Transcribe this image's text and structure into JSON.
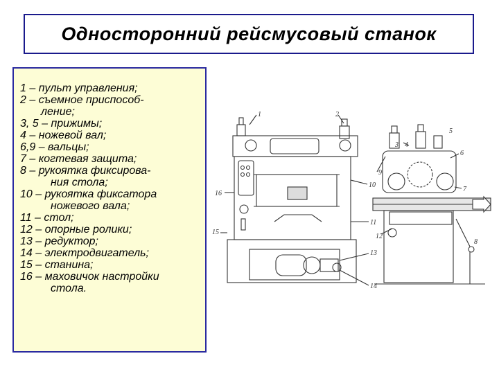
{
  "title": "Односторонний рейсмусовый станок",
  "legend": [
    {
      "text": "1 – пульт управления;",
      "indent": 0
    },
    {
      "text": "2 – съемное приспособ-",
      "indent": 0
    },
    {
      "text": "ление;",
      "indent": 1
    },
    {
      "text": "3, 5 – прижимы;",
      "indent": 0
    },
    {
      "text": "4 – ножевой вал;",
      "indent": 0
    },
    {
      "text": "6,9 – вальцы;",
      "indent": 0
    },
    {
      "text": "7 – когтевая защита;",
      "indent": 0
    },
    {
      "text": "8 – рукоятка фиксирова-",
      "indent": 0
    },
    {
      "text": "ния стола;",
      "indent": 2
    },
    {
      "text": "10 – рукоятка фиксатора",
      "indent": 0
    },
    {
      "text": "ножевого вала;",
      "indent": 2
    },
    {
      "text": "11 – стол;",
      "indent": 0
    },
    {
      "text": "12 – опорные ролики;",
      "indent": 0
    },
    {
      "text": "13 – редуктор;",
      "indent": 0
    },
    {
      "text": "14 – электродвигатель;",
      "indent": 0
    },
    {
      "text": "15 – станина;",
      "indent": 0
    },
    {
      "text": "16 – маховичок настройки",
      "indent": 0
    },
    {
      "text": "стола.",
      "indent": 2
    }
  ],
  "figure_labels": {
    "front": [
      "1",
      "2",
      "10",
      "16",
      "11",
      "15",
      "13",
      "14"
    ],
    "side": [
      "3",
      "4",
      "5",
      "6",
      "7",
      "9",
      "12",
      "8"
    ]
  }
}
